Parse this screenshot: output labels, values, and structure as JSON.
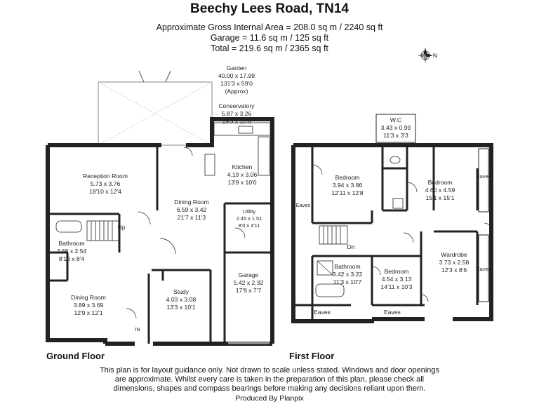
{
  "header": {
    "title": "Beechy Lees Road, TN14",
    "areas": [
      "Approximate Gross Internal Area = 208.0 sq m / 2240 sq ft",
      "Garage = 11.6 sq m / 125 sq ft",
      "Total = 219.6 sq m / 2365 sq ft"
    ]
  },
  "compass": {
    "label": "N",
    "icon": "compass-rose-icon"
  },
  "garden": {
    "name": "Garden",
    "metric": "40.00 x 17.99",
    "imperial": "131'3 x 59'0",
    "note": "(Approx)"
  },
  "ground_floor": {
    "label": "Ground Floor",
    "rooms": [
      {
        "id": "conservatory",
        "name": "Conservatory",
        "metric": "5.87 x 3.26",
        "imperial": "19'3 x 10'8"
      },
      {
        "id": "kitchen",
        "name": "Kitchen",
        "metric": "4.19 x 3.06",
        "imperial": "13'9 x 10'0"
      },
      {
        "id": "reception-room",
        "name": "Reception Room",
        "metric": "5.73 x 3.76",
        "imperial": "18'10 x 12'4"
      },
      {
        "id": "dining-room-large",
        "name": "Dining Room",
        "metric": "6.59 x 3.42",
        "imperial": "21'7 x 11'3"
      },
      {
        "id": "utility",
        "name": "Utility",
        "metric": "2.45 x 1.51",
        "imperial": "8'0 x 4'11"
      },
      {
        "id": "bathroom-gf",
        "name": "Bathroom",
        "metric": "2.68 x 2.54",
        "imperial": "8'10 x 8'4"
      },
      {
        "id": "garage",
        "name": "Garage",
        "metric": "5.42 x 2.32",
        "imperial": "17'9 x 7'7"
      },
      {
        "id": "dining-room-small",
        "name": "Dining Room",
        "metric": "3.89 x 3.69",
        "imperial": "12'9 x 12'1"
      },
      {
        "id": "study",
        "name": "Study",
        "metric": "4.03 x 3.08",
        "imperial": "13'3 x 10'1"
      }
    ],
    "markers": {
      "up": "Up",
      "entrance": "IN"
    }
  },
  "first_floor": {
    "label": "First Floor",
    "rooms": [
      {
        "id": "wc",
        "name": "W.C",
        "metric": "3.43 x 0.99",
        "imperial": "11'3 x 3'3"
      },
      {
        "id": "bedroom-1",
        "name": "Bedroom",
        "metric": "3.94 x 3.86",
        "imperial": "12'11 x 12'8"
      },
      {
        "id": "bedroom-2",
        "name": "Bedroom",
        "metric": "4.60 x 4.59",
        "imperial": "15'1 x 15'1"
      },
      {
        "id": "wardrobe",
        "name": "Wardrobe",
        "metric": "3.73 x 2.58",
        "imperial": "12'3 x 8'6"
      },
      {
        "id": "bathroom-ff",
        "name": "Bathroom",
        "metric": "3.42 x 3.22",
        "imperial": "11'3 x 10'7"
      },
      {
        "id": "bedroom-3",
        "name": "Bedroom",
        "metric": "4.54 x 3.13",
        "imperial": "14'11 x 10'3"
      }
    ],
    "eaves": [
      "Eaves",
      "Eaves",
      "Eaves",
      "Eaves",
      "Eaves"
    ],
    "markers": {
      "down": "Dn"
    }
  },
  "footer": {
    "disclaimer": [
      "This plan is for layout guidance only. Not drawn to scale unless stated. Windows and door openings",
      "are approximate. Whilst every care is taken in the preparation of this plan, please check all",
      "dimensions, shapes and compass bearings before making any decisions reliant upon them."
    ],
    "credit": "Produced By Planpix"
  }
}
